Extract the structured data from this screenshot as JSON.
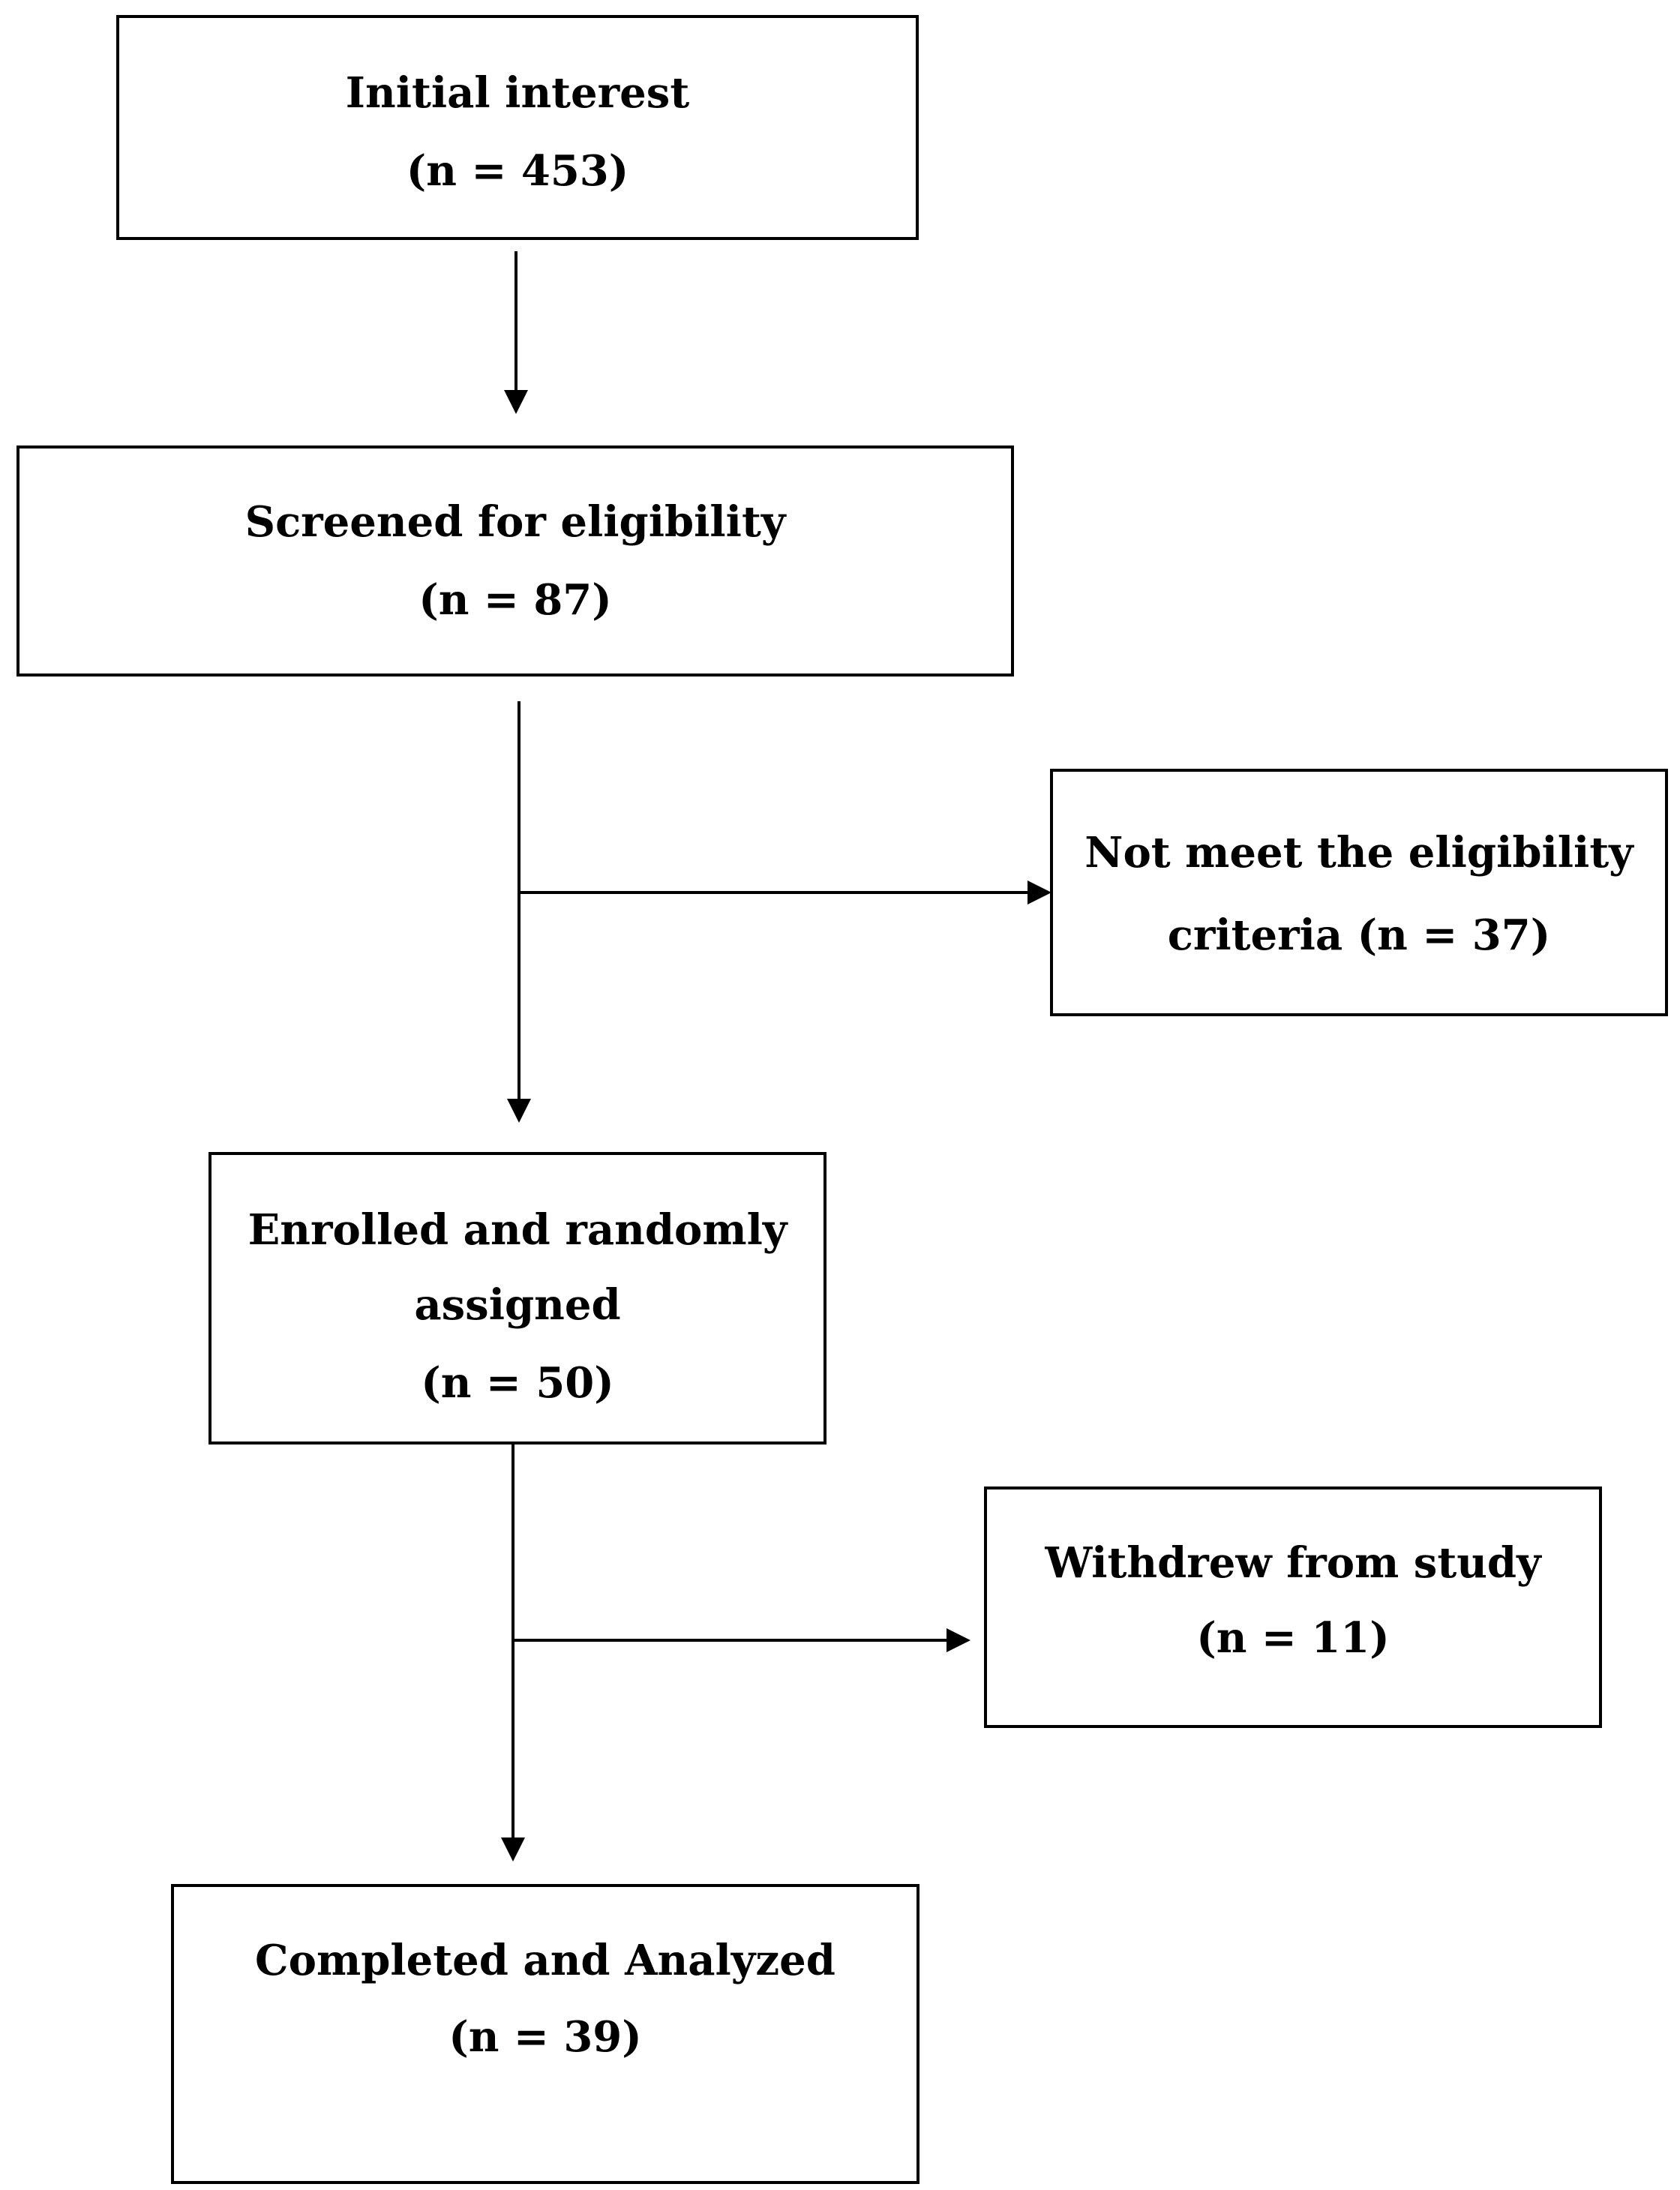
{
  "boxes": {
    "initial": {
      "label": "Initial interest",
      "count": "(n = 453)"
    },
    "screened": {
      "label": "Screened for eligibility",
      "count": "(n = 87)"
    },
    "excluded": {
      "label": "Not meet the eligibility",
      "label2": "criteria (n = 37)"
    },
    "enrolled": {
      "label": "Enrolled and randomly",
      "label2": "assigned",
      "count": "(n = 50)"
    },
    "withdrew": {
      "label": "Withdrew from study",
      "count": "(n = 11)"
    },
    "completed": {
      "label": "Completed and Analyzed",
      "count": "(n = 39)"
    }
  }
}
